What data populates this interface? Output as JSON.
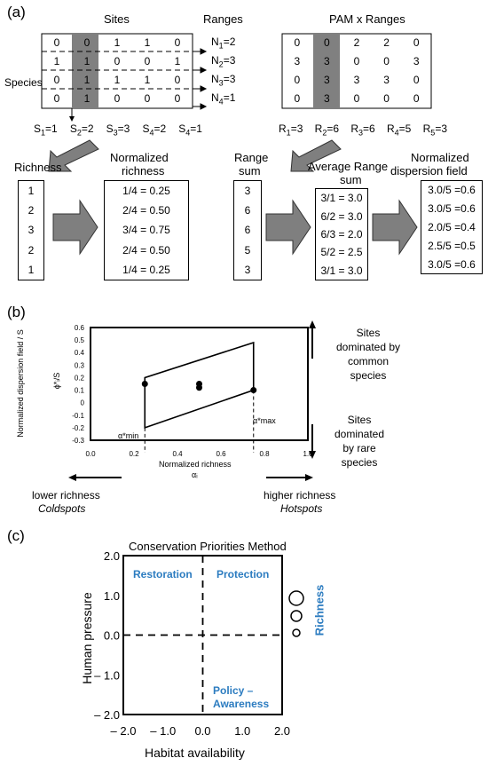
{
  "panel_a": {
    "label": "(a)",
    "sites_title": "Sites",
    "ranges_title": "Ranges",
    "pam_title": "PAM x Ranges",
    "species_label": "Species",
    "matrix": [
      [
        0,
        0,
        1,
        1,
        0
      ],
      [
        1,
        1,
        0,
        0,
        1
      ],
      [
        0,
        1,
        1,
        1,
        0
      ],
      [
        0,
        1,
        0,
        0,
        0
      ]
    ],
    "pam_matrix": [
      [
        0,
        0,
        2,
        2,
        0
      ],
      [
        3,
        3,
        0,
        0,
        3
      ],
      [
        0,
        3,
        3,
        3,
        0
      ],
      [
        0,
        3,
        0,
        0,
        0
      ]
    ],
    "ranges": [
      {
        "sym": "N",
        "sub": "1",
        "val": "=2"
      },
      {
        "sym": "N",
        "sub": "2",
        "val": "=3"
      },
      {
        "sym": "N",
        "sub": "3",
        "val": "=3"
      },
      {
        "sym": "N",
        "sub": "4",
        "val": "=1"
      }
    ],
    "site_sums": [
      {
        "sym": "S",
        "sub": "1",
        "val": "=1"
      },
      {
        "sym": "S",
        "sub": "2",
        "val": "=2"
      },
      {
        "sym": "S",
        "sub": "3",
        "val": "=3"
      },
      {
        "sym": "S",
        "sub": "4",
        "val": "=2"
      },
      {
        "sym": "S",
        "sub": "4",
        "val": "=1"
      }
    ],
    "range_sums": [
      {
        "sym": "R",
        "sub": "1",
        "val": "=3"
      },
      {
        "sym": "R",
        "sub": "2",
        "val": "=6"
      },
      {
        "sym": "R",
        "sub": "3",
        "val": "=6"
      },
      {
        "sym": "R",
        "sub": "4",
        "val": "=5"
      },
      {
        "sym": "R",
        "sub": "5",
        "val": "=3"
      }
    ],
    "richness_label": "Richness",
    "richness": [
      "1",
      "2",
      "3",
      "2",
      "1"
    ],
    "norm_richness_label": [
      "Normalized",
      "richness"
    ],
    "norm_richness": [
      "1/4 = 0.25",
      "2/4 = 0.50",
      "3/4 = 0.75",
      "2/4 = 0.50",
      "1/4 = 0.25"
    ],
    "range_sum_label": [
      "Range",
      "sum"
    ],
    "range_sum": [
      "3",
      "6",
      "6",
      "5",
      "3"
    ],
    "avg_range_label": [
      "Average Range",
      "sum"
    ],
    "avg_range": [
      "3/1 = 3.0",
      "6/2 = 3.0",
      "6/3 = 2.0",
      "5/2 = 2.5",
      "3/1 = 3.0"
    ],
    "norm_disp_label": [
      "Normalized",
      "dispersion field"
    ],
    "norm_disp": [
      "3.0/5 =0.6",
      "3.0/5 =0.6",
      "2.0/5 =0.4",
      "2.5/5 =0.5",
      "3.0/5 =0.6"
    ]
  },
  "panel_b": {
    "label": "(b)",
    "ylabel": "Normalized dispersion field / S",
    "ylabel2": "ϕ*ᵢ/S",
    "xlabel": "Normalized richness",
    "xlabel2": "αᵢ",
    "amin": "α*min",
    "amax": "α*max",
    "common_text": [
      "Sites",
      "dominated by",
      "common",
      "species"
    ],
    "rare_text": [
      "Sites",
      "dominated",
      "by rare",
      "species"
    ],
    "lower": [
      "lower richness",
      "Coldspots"
    ],
    "higher": [
      "higher richness",
      "Hotspots"
    ]
  },
  "panel_c": {
    "label": "(c)",
    "title": "Conservation Priorities Method",
    "xlabel": "Habitat availability",
    "ylabel": "Human pressure",
    "restoration": "Restoration",
    "protection": "Protection",
    "policy": [
      "Policy –",
      "Awareness"
    ],
    "richness": "Richness",
    "accent": "#2c7cc0"
  },
  "chart_data": {
    "type": "scatter",
    "xlim": [
      0.0,
      1.0
    ],
    "ylim": [
      -0.3,
      0.6
    ],
    "x_ticks": [
      "0.0",
      "0.2",
      "0.4",
      "0.6",
      "0.8",
      "1.0"
    ],
    "y_ticks": [
      "0.6",
      "0.5",
      "0.4",
      "0.3",
      "0.2",
      "0.1",
      "0",
      "-0.1",
      "-0.2",
      "-0.3"
    ],
    "points": [
      {
        "x": 0.25,
        "y": 0.15
      },
      {
        "x": 0.5,
        "y": 0.15
      },
      {
        "x": 0.5,
        "y": 0.12
      },
      {
        "x": 0.75,
        "y": 0.1
      }
    ],
    "envelope": [
      [
        0.25,
        -0.2
      ],
      [
        0.25,
        0.2
      ],
      [
        0.75,
        0.48
      ],
      [
        0.75,
        0.1
      ]
    ],
    "c_x_ticks": [
      "– 2.0",
      "– 1.0",
      "0.0",
      "1.0",
      "2.0"
    ],
    "c_y_ticks": [
      "2.0",
      "1.0",
      "0.0",
      "– 1.0",
      "– 2.0"
    ]
  }
}
